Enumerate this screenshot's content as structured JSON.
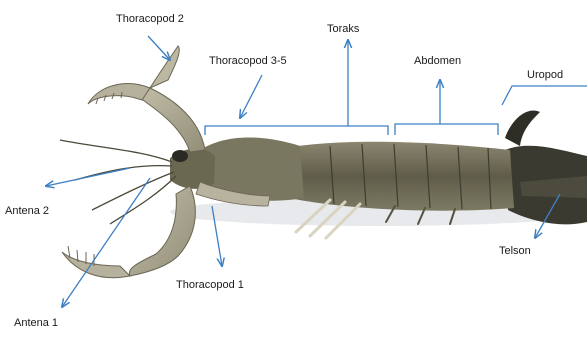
{
  "diagram": {
    "labels": {
      "thoracopod2": "Thoracopod 2",
      "toraks": "Toraks",
      "thoracopod35": "Thoracopod 3-5",
      "abdomen": "Abdomen",
      "uropod": "Uropod",
      "antena2": "Antena 2",
      "telson": "Telson",
      "thoracopod1": "Thoracopod 1",
      "antena1": "Antena 1"
    },
    "colors": {
      "arrow": "#3d7fc4",
      "body": "#6f6c55",
      "body_dark": "#3f3d31",
      "claw": "#a9a48f",
      "claw_edge": "#6a6654",
      "eye": "#2a2a24",
      "shadow": "#d9dde2"
    }
  }
}
